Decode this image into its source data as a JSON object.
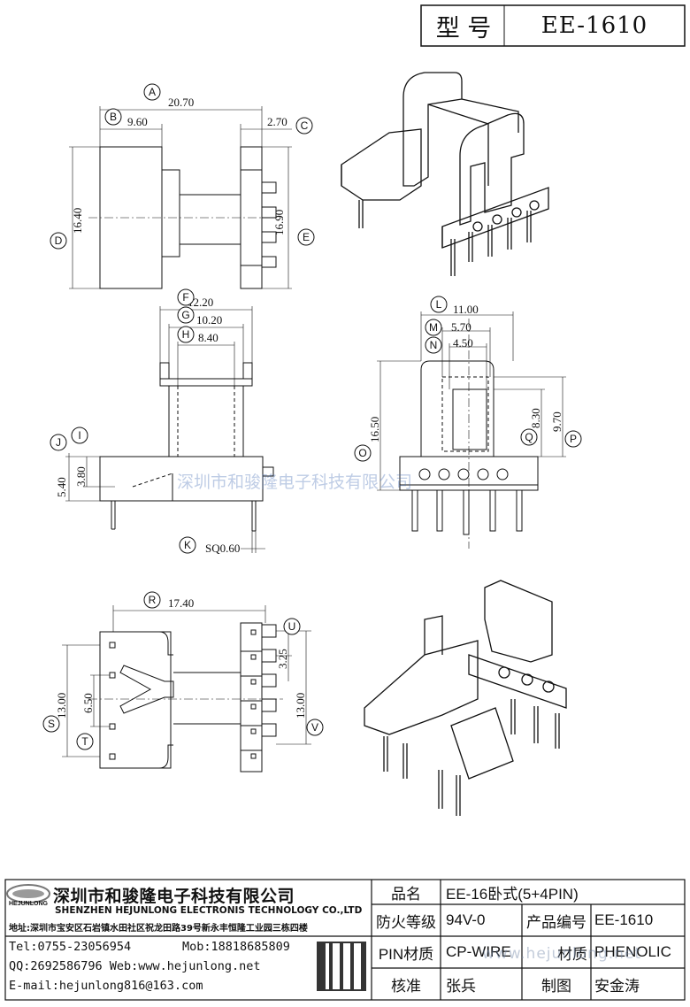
{
  "header": {
    "model_label": "型 号",
    "model_value": "EE-1610"
  },
  "dimensions": {
    "A": "20.70",
    "B": "9.60",
    "C": "2.70",
    "D": "16.40",
    "E": "16.90",
    "F": "12.20",
    "G": "10.20",
    "H": "8.40",
    "I": "3.80",
    "J": "5.40",
    "K": "SQ0.60",
    "L": "11.00",
    "M": "5.70",
    "N": "4.50",
    "O": "16.50",
    "P": "9.70",
    "Q": "8.30",
    "R": "17.40",
    "S": "13.00",
    "T": "6.50",
    "U": "3.25",
    "V": "13.00"
  },
  "watermark_center": "深圳市和骏隆电子科技有限公司",
  "watermark_footer": "www.hejunlong.net",
  "company": {
    "logo_text": "HEJUNLONG",
    "name_cn": "深圳市和骏隆电子科技有限公司",
    "name_en": "SHENZHEN HEJUNLONG ELECTRONIS TECHNOLOGY CO.,LTD",
    "address": "地址:深圳市宝安区石岩镇水田社区祝龙田路39号新永丰恒隆工业园三栋四楼",
    "tel": "Tel:0755-23056954",
    "mob": "Mob:18818685809",
    "qq_web": "QQ:2692586796 Web:www.hejunlong.net",
    "email": "E-mail:hejunlong816@163.com"
  },
  "spec_table": {
    "product_name_label": "品名",
    "product_name_value": "EE-16卧式(5+4PIN)",
    "fire_rating_label": "防火等级",
    "fire_rating_value": "94V-0",
    "product_code_label": "产品编号",
    "product_code_value": "EE-1610",
    "pin_material_label": "PIN材质",
    "pin_material_value": "CP-WIRE",
    "material_label": "材质",
    "material_value": "PHENOLIC",
    "reviewer_label": "核准",
    "reviewer_value": "张兵",
    "drafter_label": "制图",
    "drafter_value": "安金涛"
  }
}
